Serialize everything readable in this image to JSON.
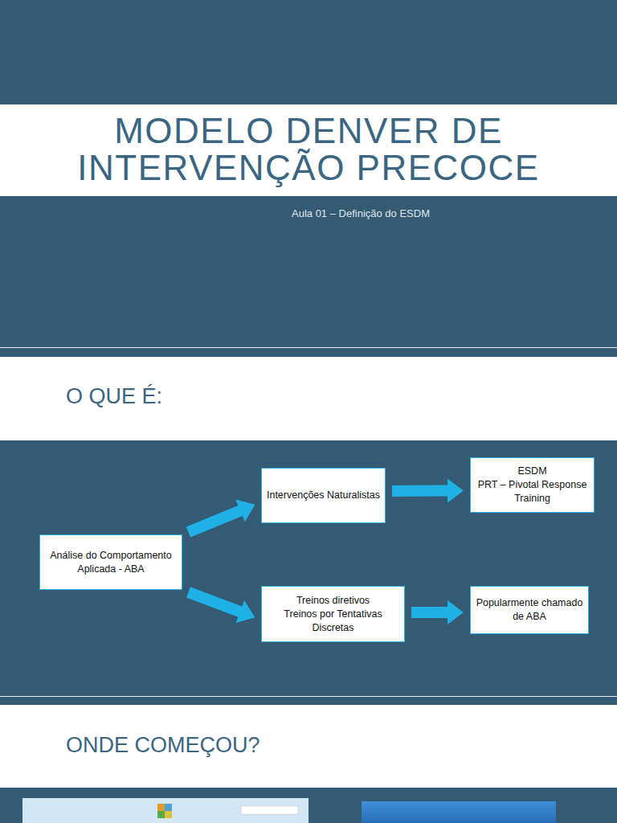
{
  "diagram": {
    "title": "MODELO DENVER DE INTERVENÇÃO PRECOCE",
    "nodes": [
      {
        "text": [
          "Análise do Comportamento Aplicada - ABA"
        ]
      },
      {
        "text": [
          "Intervenções Naturalistas"
        ]
      },
      {
        "text": [
          "ESDM",
          "PRT – Pivotal Response Training"
        ]
      },
      {
        "text": [
          "Treinos diretivos",
          "Treinos por Tentativas Discretas"
        ]
      },
      {
        "text": [
          "Popularmente chamado de ABA"
        ]
      }
    ],
    "edges": [
      {
        "from": 0,
        "to": 1,
        "arrow": "to"
      },
      {
        "from": 1,
        "to": 2,
        "arrow": "to"
      },
      {
        "from": 0,
        "to": 3,
        "arrow": "to"
      },
      {
        "from": 3,
        "to": 4,
        "arrow": "to"
      }
    ],
    "labels": [
      "Aula 01 – Definição do ESDM",
      "O QUE É:",
      "ONDE COMEÇOU?"
    ]
  }
}
